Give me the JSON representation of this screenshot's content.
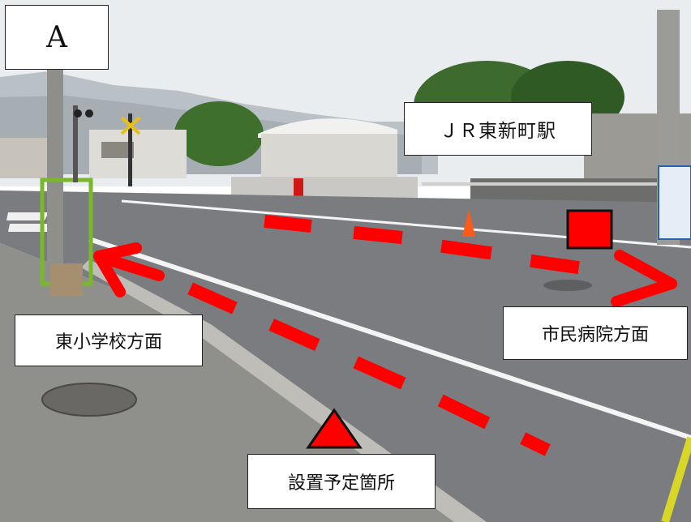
{
  "labels": {
    "corner": "A",
    "station": "ＪＲ東新町駅",
    "east_school": "東小学校方面",
    "hospital": "市民病院方面",
    "planned_site": "設置予定箇所"
  },
  "colors": {
    "marker_red": "#ff0000",
    "sky": "#e8ecef",
    "road": "#7a7c80",
    "sidewalk": "#9a9a98"
  },
  "icons": {
    "square_marker": "red-square-marker",
    "triangle_marker": "red-triangle-marker",
    "left_arrow": "red-left-arrow",
    "right_arrow": "red-right-arrow"
  }
}
